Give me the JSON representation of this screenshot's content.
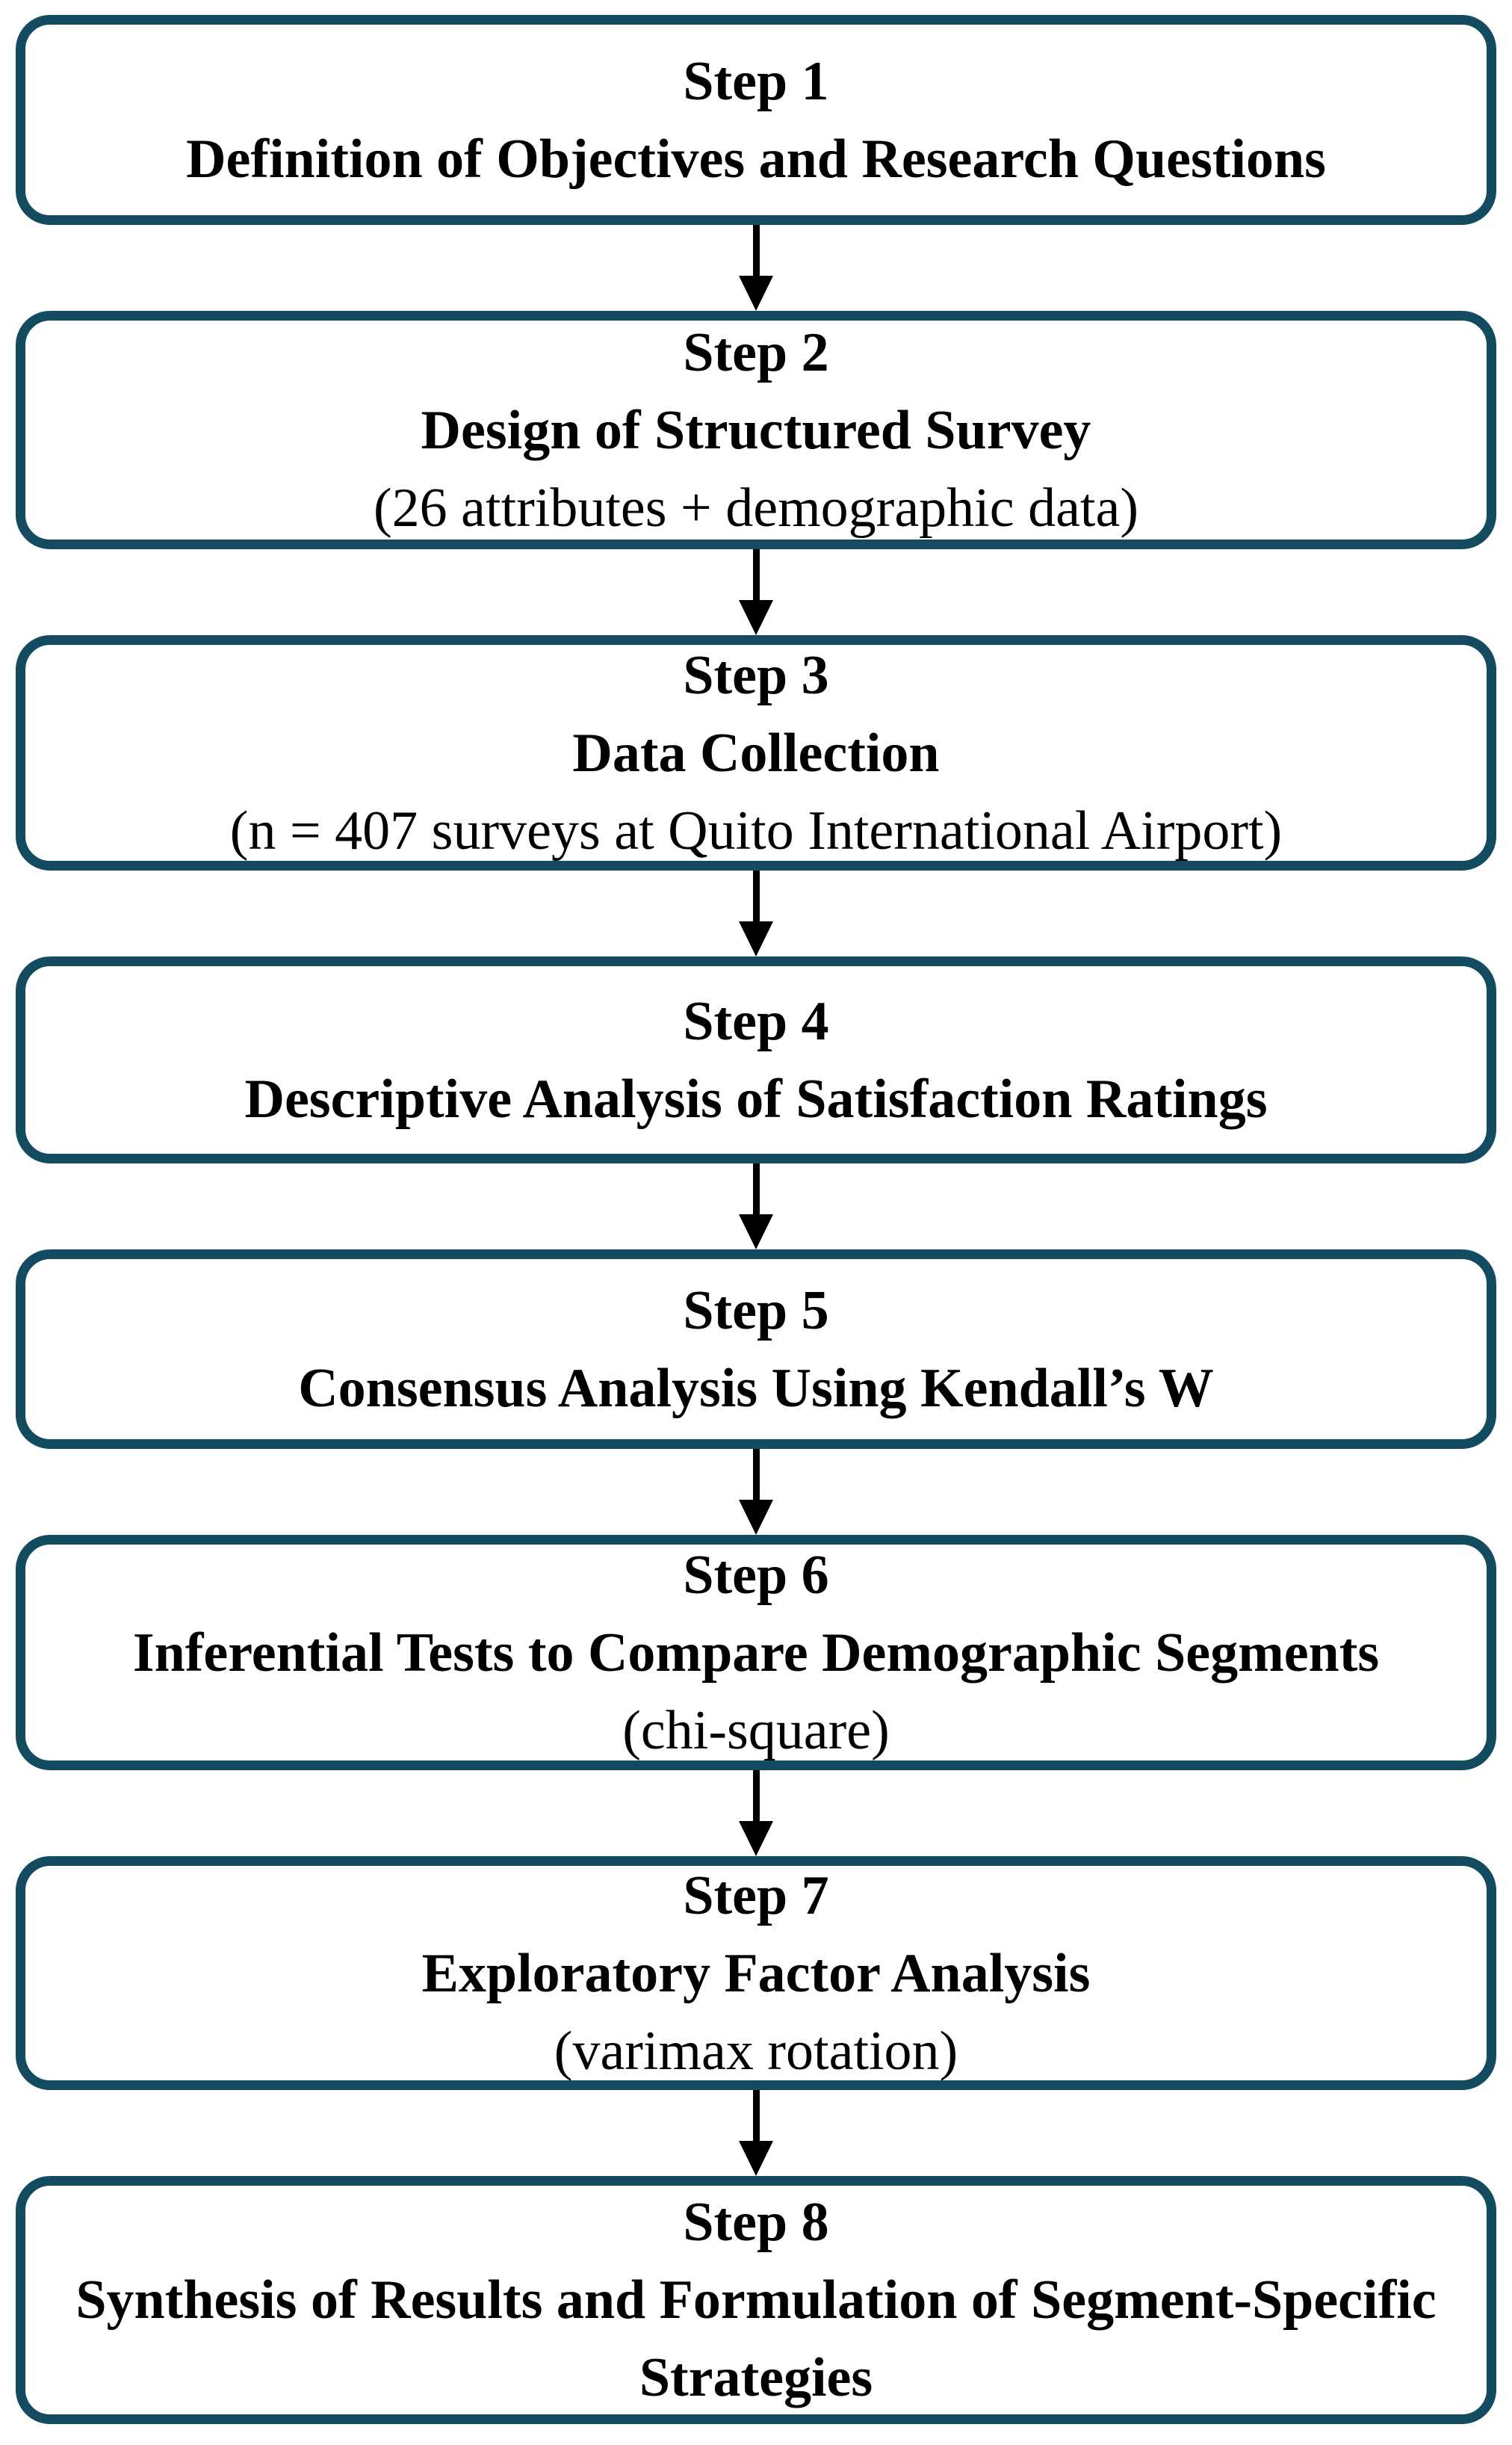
{
  "figure": {
    "background": "#ffffff",
    "border_color": "#134b61",
    "arrow_color": "#000000",
    "text_color": "#000000"
  },
  "steps": [
    {
      "title": "Step 1",
      "line1": "Definition of Objectives and Research Questions"
    },
    {
      "title": "Step 2",
      "line1": "Design of Structured Survey",
      "line2": "(26 attributes + demographic data)"
    },
    {
      "title": "Step 3",
      "line1": "Data Collection",
      "line2": "(n = 407 surveys at Quito International Airport)"
    },
    {
      "title": "Step 4",
      "line1": "Descriptive Analysis of Satisfaction Ratings"
    },
    {
      "title": "Step 5",
      "line1": "Consensus Analysis Using Kendall’s W"
    },
    {
      "title": "Step 6",
      "line1": "Inferential Tests to Compare Demographic Segments",
      "line2": "(chi-square)"
    },
    {
      "title": "Step 7",
      "line1": "Exploratory Factor Analysis",
      "line2": "(varimax rotation)"
    },
    {
      "title": "Step 8",
      "line1": "Synthesis of Results and Formulation of Segment-Specific Strategies"
    }
  ]
}
